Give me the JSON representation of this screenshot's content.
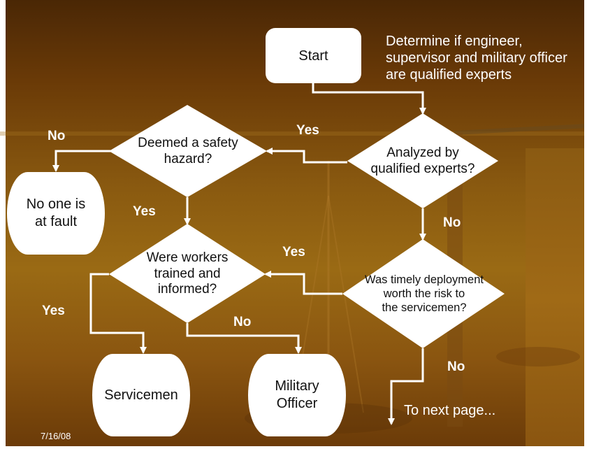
{
  "slide": {
    "note": "Determine if engineer, supervisor and military officer are qualified experts",
    "date": "7/16/08",
    "next_page": "To next page..."
  },
  "nodes": {
    "start": "Start",
    "analyzed": [
      "Analyzed by",
      "qualified experts?"
    ],
    "safety": [
      "Deemed a safety",
      "hazard?"
    ],
    "no_fault": [
      "No one is",
      "at fault"
    ],
    "trained": [
      "Were workers",
      "trained and",
      "informed?"
    ],
    "timely": [
      "Was timely deployment",
      "worth the risk to",
      "the servicemen?"
    ],
    "servicemen": "Servicemen",
    "military": [
      "Military",
      "Officer"
    ]
  },
  "edges": {
    "analyzed_yes": "Yes",
    "analyzed_no": "No",
    "safety_no": "No",
    "safety_yes": "Yes",
    "timely_yes": "Yes",
    "timely_no": "No",
    "trained_yes": "Yes",
    "trained_no": "No"
  },
  "colors": {
    "background": "#8a5a10",
    "shape_fill": "#ffffff",
    "connector": "#ffffff"
  }
}
